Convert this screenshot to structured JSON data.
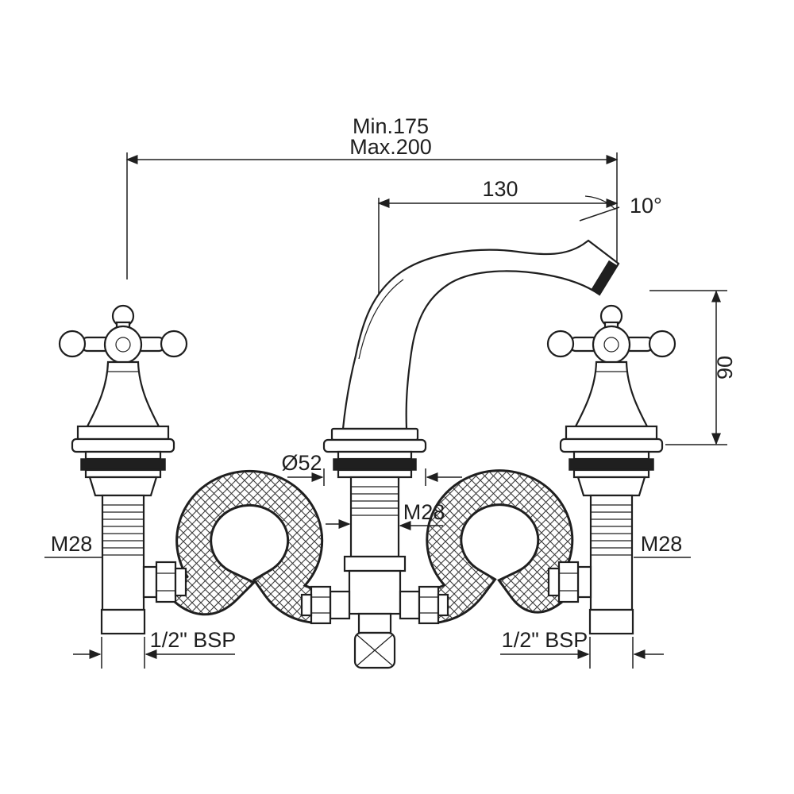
{
  "diagram": {
    "colors": {
      "line": "#1f1f1f",
      "background": "#ffffff"
    },
    "dims": {
      "top_min": "Min.175",
      "top_max": "Max.200",
      "spout_reach": "130",
      "spout_angle": "10°",
      "spout_height": "90",
      "base_diameter": "Ø52",
      "thread_left": "M28",
      "thread_center": "M28",
      "thread_right": "M28",
      "bsp_left": "1/2\" BSP",
      "bsp_right": "1/2\" BSP"
    }
  }
}
